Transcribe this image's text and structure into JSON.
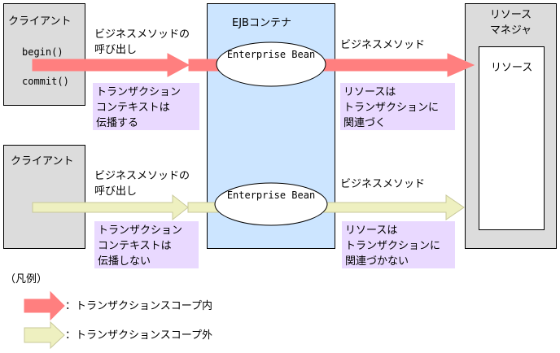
{
  "client1": {
    "title": "クライアント",
    "line1": "begin()",
    "line2": "commit()"
  },
  "client2": {
    "title": "クライアント"
  },
  "container": {
    "title": "EJBコンテナ",
    "bean1": "Enterprise Bean",
    "bean2": "Enterprise Bean"
  },
  "resource_manager": {
    "title": "リソース\nマネジャ",
    "resource": "リソース"
  },
  "flow1": {
    "call_label": "ビジネスメソッドの\n呼び出し",
    "note_left": "トランザクション\nコンテキストは\n伝播する",
    "method_label": "ビジネスメソッド",
    "note_right": "リソースは\nトランザクションに\n関連づく"
  },
  "flow2": {
    "call_label": "ビジネスメソッドの\n呼び出し",
    "note_left": "トランザクション\nコンテキストは\n伝播しない",
    "method_label": "ビジネスメソッド",
    "note_right": "リソースは\nトランザクションに\n関連づかない"
  },
  "legend": {
    "title": "（凡例）",
    "in_scope": "：トランザクションスコープ内",
    "out_scope": "：トランザクションスコープ外"
  },
  "colors": {
    "in_scope": "#ff7f7f",
    "out_scope": "#eef0c0",
    "out_scope_stroke": "#c8c89a"
  }
}
